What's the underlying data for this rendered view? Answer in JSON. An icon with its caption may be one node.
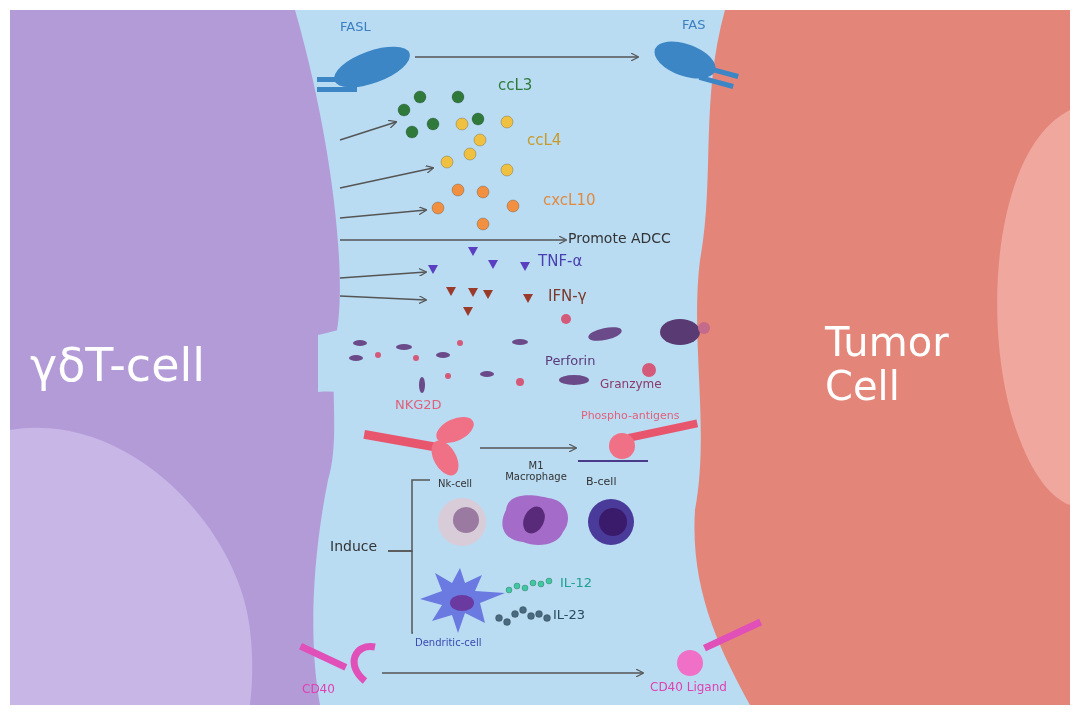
{
  "diagram": {
    "nodes": [
      {
        "text": [
          "γδT-cell"
        ]
      },
      {
        "text": [
          "Tumor Cell"
        ]
      },
      {
        "text": [
          "FASL"
        ]
      },
      {
        "text": [
          "FAS"
        ]
      },
      {
        "text": [
          "ccL3"
        ]
      },
      {
        "text": [
          "ccL4"
        ]
      },
      {
        "text": [
          "cxcL10"
        ]
      },
      {
        "text": [
          "Promote ADCC"
        ]
      },
      {
        "text": [
          "TNF-α"
        ]
      },
      {
        "text": [
          "IFN-γ"
        ]
      },
      {
        "text": [
          "Perforin"
        ]
      },
      {
        "text": [
          "Granzyme"
        ]
      },
      {
        "text": [
          "NKG2D"
        ]
      },
      {
        "text": [
          "Phospho-antigens"
        ]
      },
      {
        "text": [
          "Induce"
        ]
      },
      {
        "text": [
          "Nk-cell"
        ]
      },
      {
        "text": [
          "M1 Macrophage"
        ]
      },
      {
        "text": [
          "B-cell"
        ]
      },
      {
        "text": [
          "Dendritic-cell"
        ]
      },
      {
        "text": [
          "IL-12"
        ]
      },
      {
        "text": [
          "IL-23"
        ]
      },
      {
        "text": [
          "CD40"
        ]
      },
      {
        "text": [
          "CD40 Ligand"
        ]
      }
    ],
    "edges": [
      {
        "from": 2,
        "to": 3,
        "arrow": "to"
      },
      {
        "from": 0,
        "to": 4,
        "arrow": "to"
      },
      {
        "from": 0,
        "to": 5,
        "arrow": "to"
      },
      {
        "from": 0,
        "to": 6,
        "arrow": "to"
      },
      {
        "from": 0,
        "to": 7,
        "arrow": "to"
      },
      {
        "from": 0,
        "to": 8,
        "arrow": "to"
      },
      {
        "from": 0,
        "to": 9,
        "arrow": "to"
      },
      {
        "from": 12,
        "to": 13,
        "arrow": "to"
      },
      {
        "from": 14,
        "to": 15,
        "arrow": "none"
      },
      {
        "from": 14,
        "to": 18,
        "arrow": "none"
      },
      {
        "from": 21,
        "to": 22,
        "arrow": "to"
      }
    ]
  }
}
